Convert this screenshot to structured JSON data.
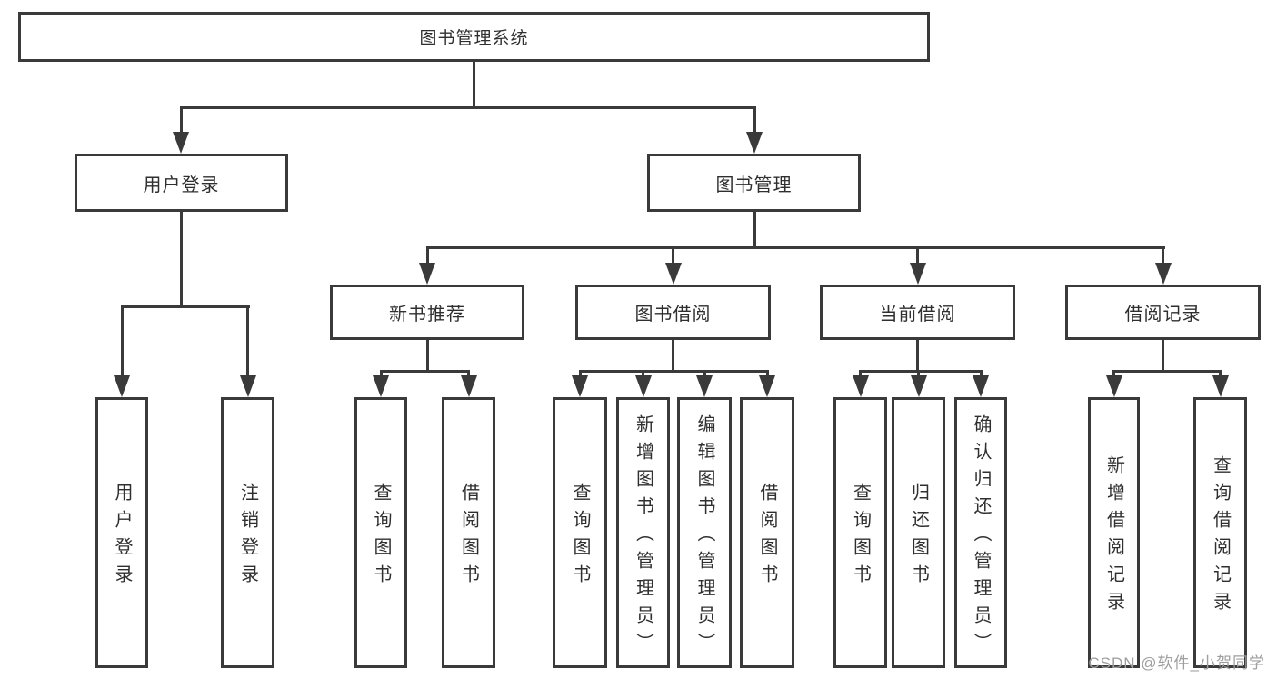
{
  "tree": {
    "root": {
      "label": "图书管理系统"
    },
    "children": [
      {
        "label": "用户登录",
        "children": [
          {
            "label": "用户登录"
          },
          {
            "label": "注销登录"
          }
        ]
      },
      {
        "label": "图书管理",
        "children": [
          {
            "label": "新书推荐",
            "children": [
              {
                "label": "查询图书"
              },
              {
                "label": "借阅图书"
              }
            ]
          },
          {
            "label": "图书借阅",
            "children": [
              {
                "label": "查询图书"
              },
              {
                "label": "新增图书（管理员）"
              },
              {
                "label": "编辑图书（管理员）"
              },
              {
                "label": "借阅图书"
              }
            ]
          },
          {
            "label": "当前借阅",
            "children": [
              {
                "label": "查询图书"
              },
              {
                "label": "归还图书"
              },
              {
                "label": "确认归还（管理员）"
              }
            ]
          },
          {
            "label": "借阅记录",
            "children": [
              {
                "label": "新增借阅记录"
              },
              {
                "label": "查询借阅记录"
              }
            ]
          }
        ]
      }
    ]
  },
  "watermark": {
    "text": "CSDN @软件_小贺同学"
  },
  "colors": {
    "line": "#3a3a3a",
    "box_border": "#3a3a3a",
    "box_bg": "#ffffff",
    "text": "#2f2f2f",
    "watermark": "#9e9e9e",
    "background": "#ffffff"
  }
}
